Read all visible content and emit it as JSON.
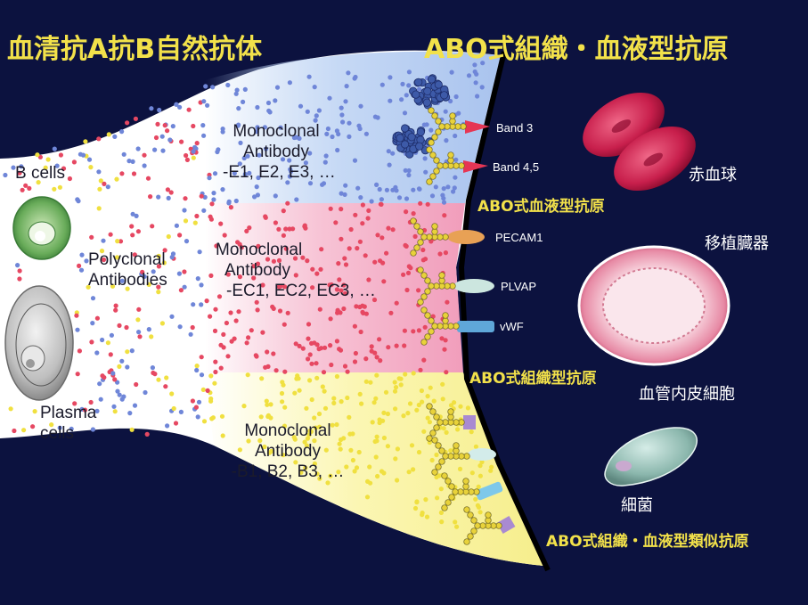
{
  "titles": {
    "left": "血清抗A抗B自然抗体",
    "right": "ABO式組織・血液型抗原"
  },
  "cells": {
    "b_cells": "B cells",
    "plasma_cells_line1": "Plasma",
    "plasma_cells_line2": "cells"
  },
  "polyclonal": {
    "line1": "Polyclonal",
    "line2": "Antibodies"
  },
  "monoclonal": [
    {
      "line1": "Monoclonal",
      "line2": "Antibody",
      "line3": "-E1, E2, E3, …"
    },
    {
      "line1": "Monoclonal",
      "line2": "Antibody",
      "line3": "-EC1, EC2, EC3, …"
    },
    {
      "line1": "Monoclonal",
      "line2": "Antibody",
      "line3": "-B1, B2, B3, …"
    }
  ],
  "proteins": {
    "band3": "Band 3",
    "band45": "Band 4,5",
    "pecam1": "PECAM1",
    "plvap": "PLVAP",
    "vwf": "vWF"
  },
  "antigens": {
    "blood": "ABO式血液型抗原",
    "tissue": "ABO式組織型抗原",
    "similar": "ABO式組織・血液型類似抗原"
  },
  "targets": {
    "rbc": "赤血球",
    "organ": "移植臓器",
    "endothelium": "血管内皮細胞",
    "bacteria": "細菌"
  },
  "colors": {
    "background": "#0c123f",
    "title_yellow": "#f2e14a",
    "zone_blue": "#bcd3f3",
    "zone_pink": "#f4b6cc",
    "zone_yellow": "#fbf6a8",
    "dot_blue": "#6f86d8",
    "dot_red": "#e64862",
    "dot_yellow": "#f0e040"
  }
}
